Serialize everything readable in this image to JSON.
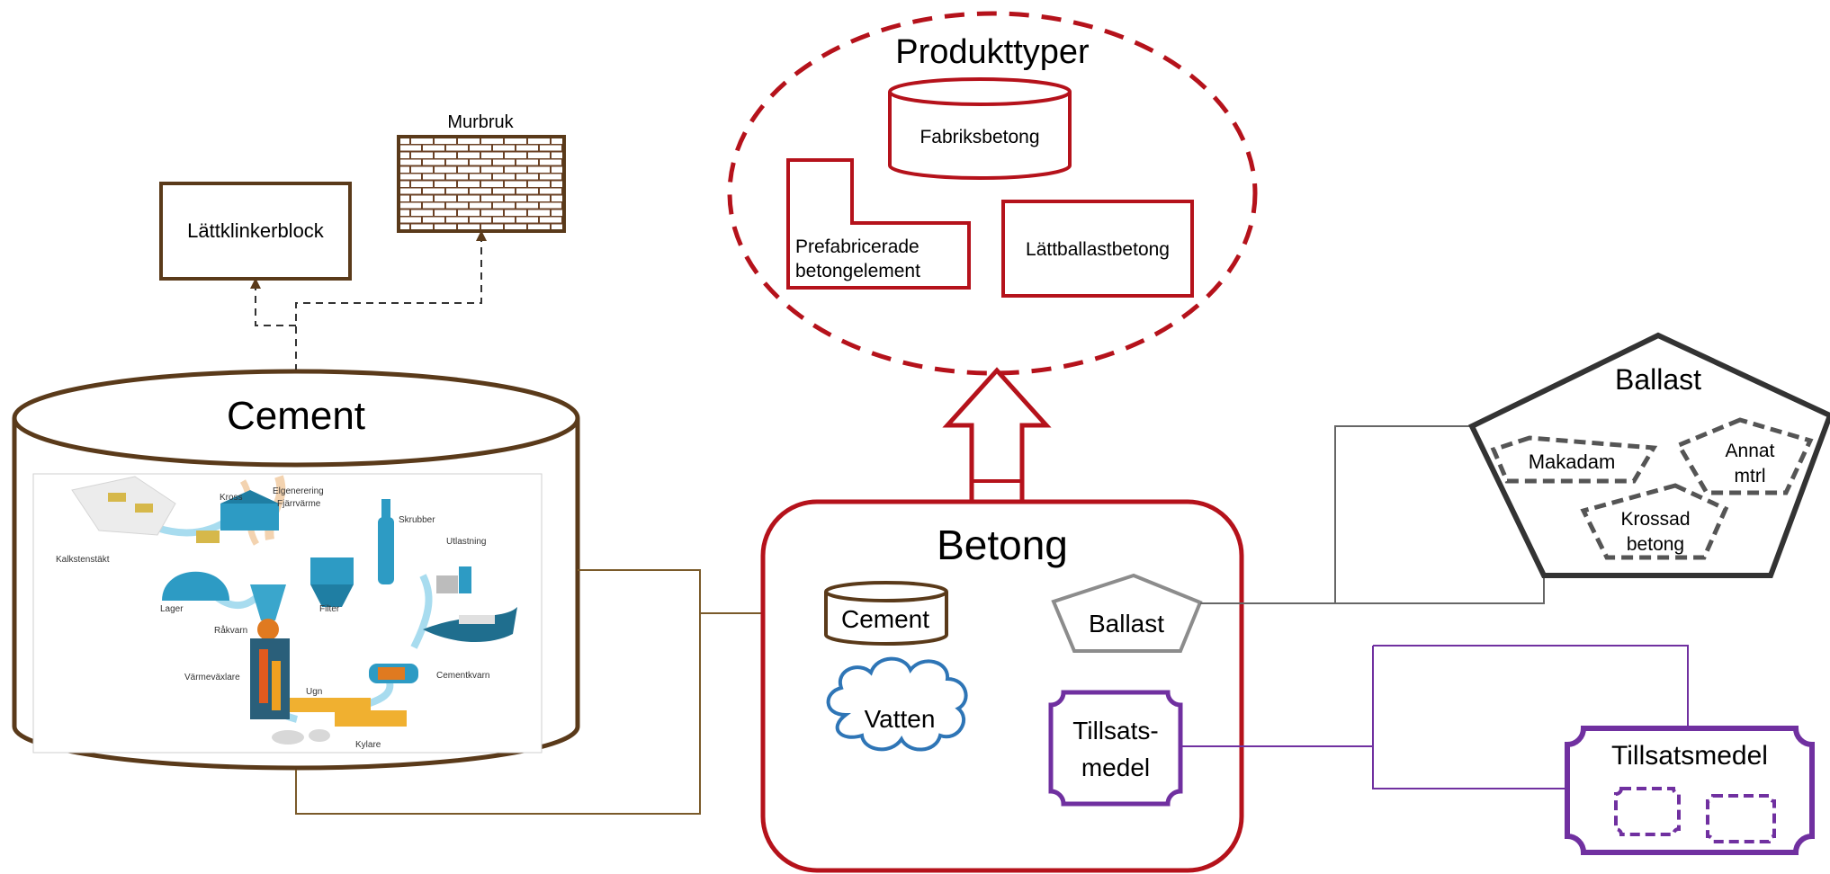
{
  "colors": {
    "brown": "#5a3a1a",
    "red": "#b5121b",
    "gray": "#4d4d4d",
    "purple": "#7030a0",
    "blue": "#2e75b6"
  },
  "produkttyper": {
    "title": "Produkttyper",
    "fabriksbetong": "Fabriksbetong",
    "prefab_line1": "Prefabricerade",
    "prefab_line2": "betongelement",
    "lattballast": "Lättballastbetong"
  },
  "cement_products": {
    "lattklinker": "Lättklinkerblock",
    "murbruk": "Murbruk"
  },
  "cement": {
    "title": "Cement",
    "process_labels": {
      "kalkstenstakt": "Kalkstenstäkt",
      "kross": "Kross",
      "elgenerering": "Elgenerering",
      "fjarrvarme": "Fjärrvärme",
      "skrubber": "Skrubber",
      "utlastning": "Utlastning",
      "lager": "Lager",
      "filter": "Filter",
      "rakvarn": "Råkvarn",
      "varmevaxlare": "Värmeväxlare",
      "ugn": "Ugn",
      "cementkvarn": "Cementkvarn",
      "kylare": "Kylare"
    }
  },
  "betong": {
    "title": "Betong",
    "cement": "Cement",
    "ballast": "Ballast",
    "vatten": "Vatten",
    "tillsats_line1": "Tillsats-",
    "tillsats_line2": "medel"
  },
  "ballast": {
    "title": "Ballast",
    "makadam": "Makadam",
    "annat_line1": "Annat",
    "annat_line2": "mtrl",
    "krossad_line1": "Krossad",
    "krossad_line2": "betong"
  },
  "tillsatsmedel": {
    "title": "Tillsatsmedel"
  }
}
